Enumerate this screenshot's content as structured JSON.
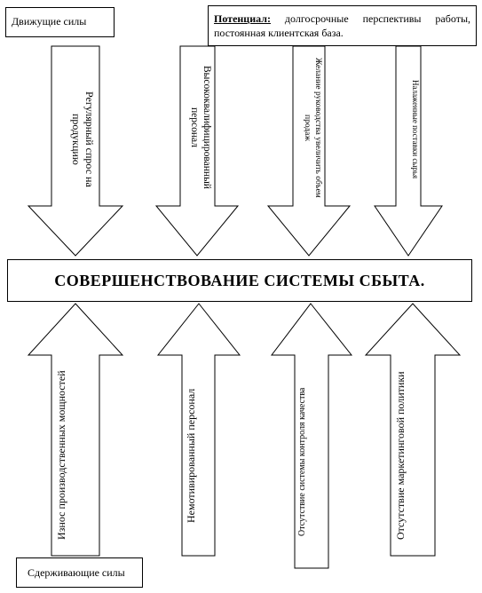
{
  "driving_label": "Движущие силы",
  "restraining_label": "Сдерживающие силы",
  "potential": {
    "label": "Потенциал:",
    "text": " долгосрочные перспективы работы, постоянная клиентская база."
  },
  "central_title": "СОВЕРШЕНСТВОВАНИЕ СИСТЕМЫ СБЫТА.",
  "driving_forces": [
    "Регулярный спрос на продукцию",
    "Высококвалифицированный персонал",
    "Желание руководства увеличить объем продаж",
    "Налаженные поставки сырья"
  ],
  "restraining_forces": [
    "Износ производственных мощностей",
    "Немотивированный персонал",
    "Отсутствие системы контроля качества",
    "Отсутствие маркетинговой политики"
  ],
  "colors": {
    "line": "#000000",
    "background": "#ffffff"
  }
}
